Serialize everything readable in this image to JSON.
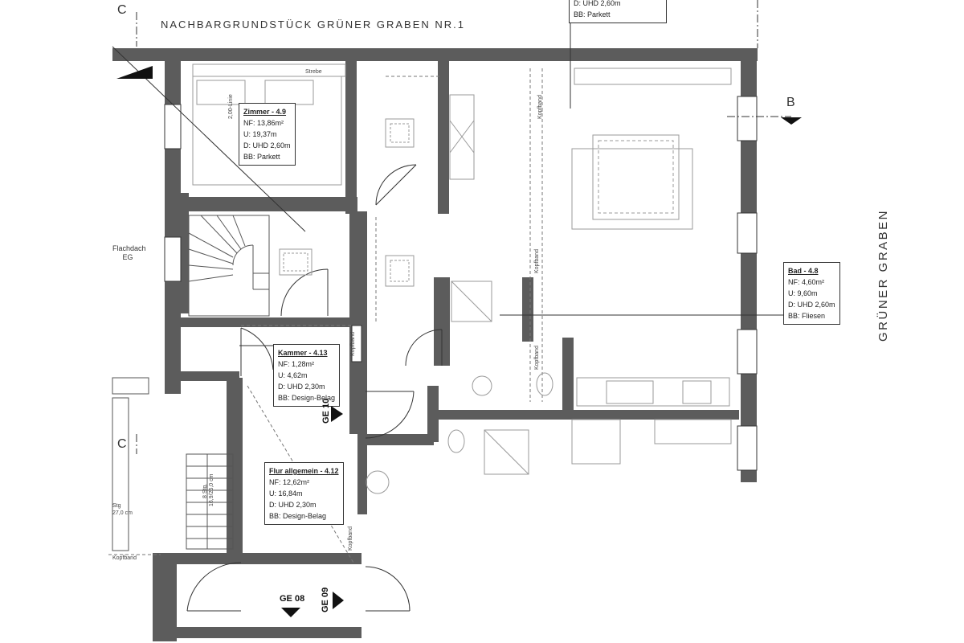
{
  "streets": {
    "top": "NACHBARGRUNDSTÜCK GRÜNER GRABEN NR.1",
    "right": "GRÜNER GRABEN"
  },
  "section_markers": {
    "c_top": "C",
    "c_mid": "C",
    "b": "B"
  },
  "rooms": {
    "zimmer": {
      "title": "Zimmer - 4.9",
      "nf": "NF: 13,86m²",
      "u": "U:   19,37m",
      "d": "D:   UHD 2,60m",
      "bb": "BB:  Parkett"
    },
    "top_partial": {
      "d": "D:   UHD 2,60m",
      "bb": "BB:  Parkett"
    },
    "bad": {
      "title": "Bad - 4.8",
      "nf": "NF: 4,60m²",
      "u": "U:   9,60m",
      "d": "D:   UHD 2,60m",
      "bb": "BB:  Fliesen"
    },
    "kammer": {
      "title": "Kammer - 4.13",
      "nf": "NF: 1,28m²",
      "u": "U:   4,62m",
      "d": "D:   UHD 2,30m",
      "bb": "BB:  Design-Belag"
    },
    "flur": {
      "title": "Flur allgemein - 4.12",
      "nf": "NF: 12,62m²",
      "u": "U:   16,84m",
      "d": "D:   UHD 2,30m",
      "bb": "BB:  Design-Belag"
    }
  },
  "small_labels": {
    "strebe": "Strebe",
    "line_200": "2,00-Linie",
    "kopfband": "Kopfband",
    "flachdach_1": "Flachdach",
    "flachdach_2": "EG",
    "stg": "8 Stg.",
    "stg_dim": "16,9/25,0 cm",
    "stg_left": "Stg",
    "stg_left_dim": "27,0 cm"
  },
  "units": {
    "ge10": "GE 10",
    "ge08": "GE 08",
    "ge09": "GE 09"
  },
  "colors": {
    "wall": "#5c5c5c",
    "line": "#333333",
    "furniture": "#9a9a9a"
  }
}
